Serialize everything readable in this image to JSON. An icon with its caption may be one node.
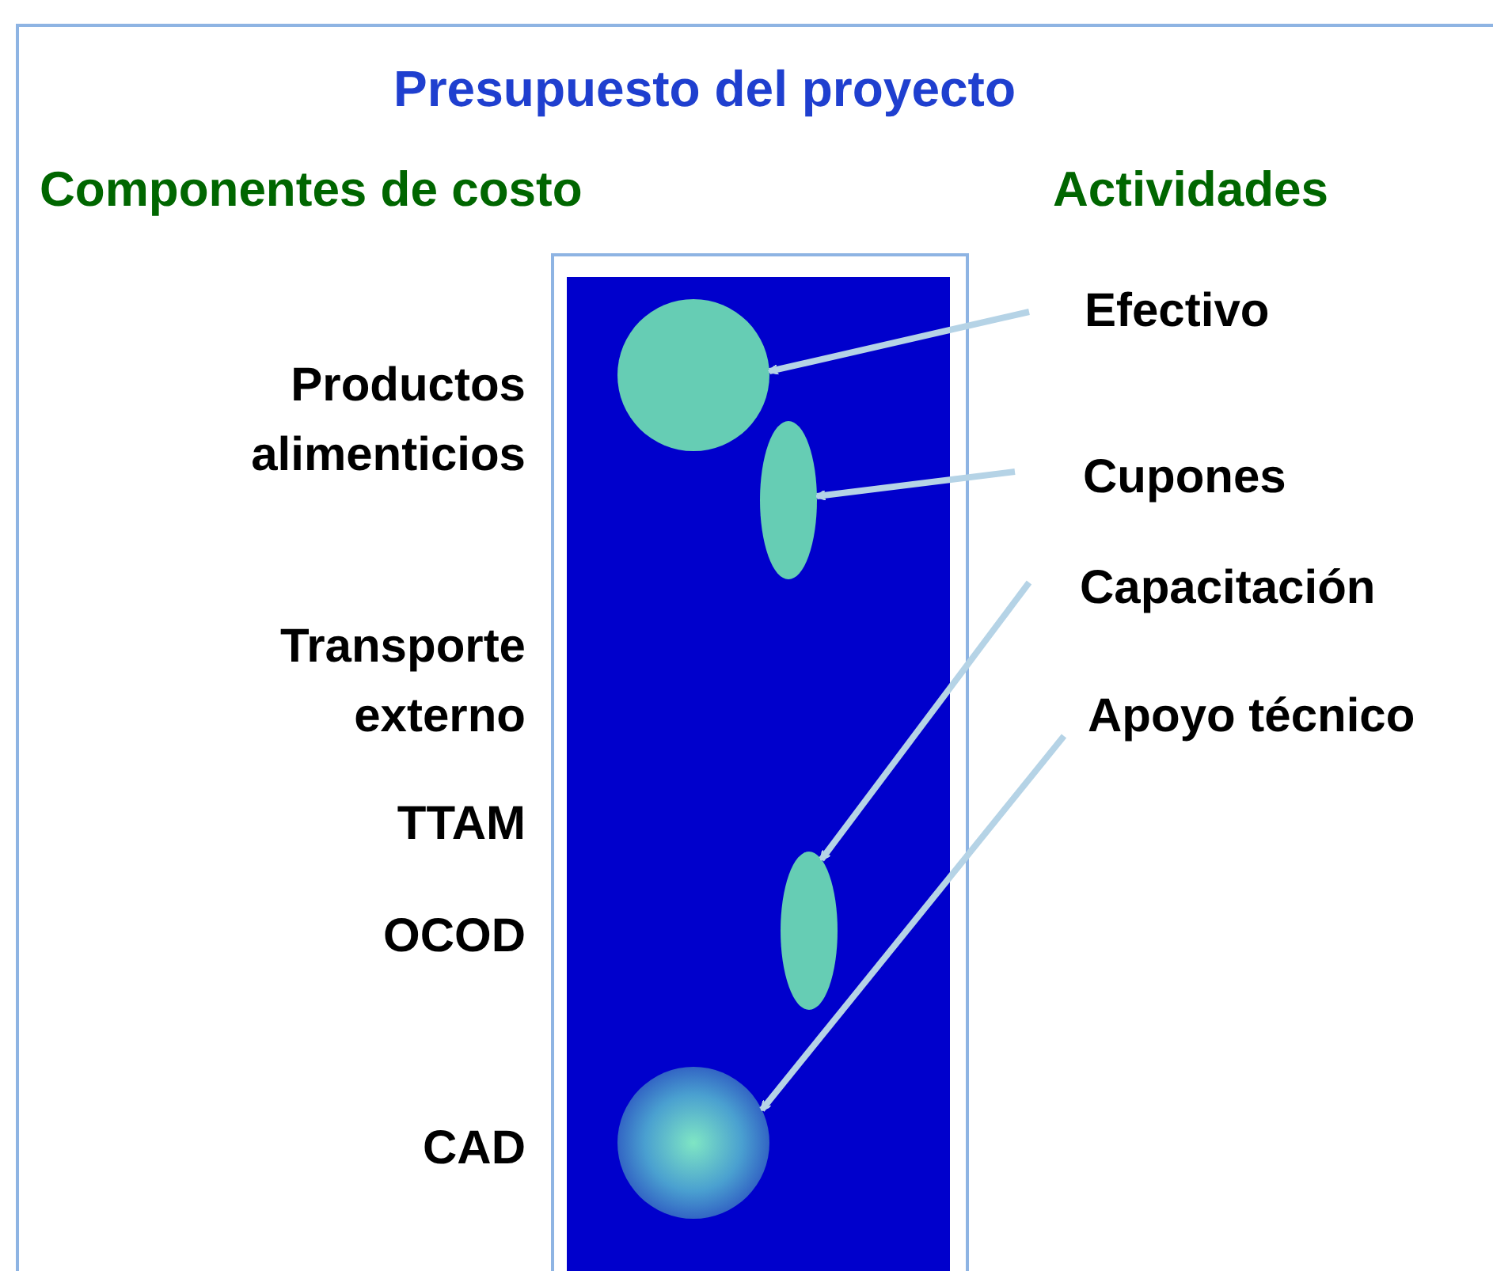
{
  "diagram": {
    "title": "Presupuesto del proyecto",
    "nodes": [
      {
        "text": [],
        "shape": "bar"
      },
      {
        "text": [],
        "shape": "circle",
        "in": 0
      },
      {
        "text": [],
        "shape": "circle",
        "in": 0
      },
      {
        "text": [],
        "shape": "circle",
        "in": 0
      },
      {
        "text": [],
        "shape": "circle",
        "in": 0
      },
      {
        "text": [
          "Efectivo"
        ]
      },
      {
        "text": [
          "Cupones"
        ]
      },
      {
        "text": [
          "Capacitación"
        ]
      },
      {
        "text": [
          "Apoyo técnico"
        ]
      }
    ],
    "edges": [
      {
        "from": 5,
        "to": 1,
        "arrow": "to"
      },
      {
        "from": 6,
        "to": 2,
        "arrow": "to"
      },
      {
        "from": 7,
        "to": 3,
        "arrow": "to"
      },
      {
        "from": 8,
        "to": 4,
        "arrow": "to"
      }
    ],
    "labels": [
      "Componentes de costo",
      "Actividades",
      "Productos alimenticios",
      "Transporte externo",
      "TTAM",
      "OCOD",
      "CAD"
    ]
  }
}
